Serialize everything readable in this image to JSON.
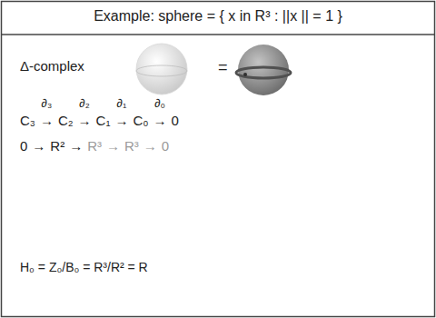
{
  "diagram": {
    "title": "Example:  sphere = { x in R³ :  ||x || = 1 }",
    "labels": [
      "Δ-complex",
      "=",
      "C₃",
      "∂₃",
      "→",
      "C₂",
      "∂₂",
      "→",
      "C₁",
      "∂₁",
      "→",
      "C₀",
      "∂₀",
      "→",
      "0",
      "0",
      "→",
      "R²",
      "→",
      "R³",
      "→",
      "R³",
      "→",
      "0",
      "H₀ = Z₀/B₀ = R³/R² = R"
    ]
  }
}
